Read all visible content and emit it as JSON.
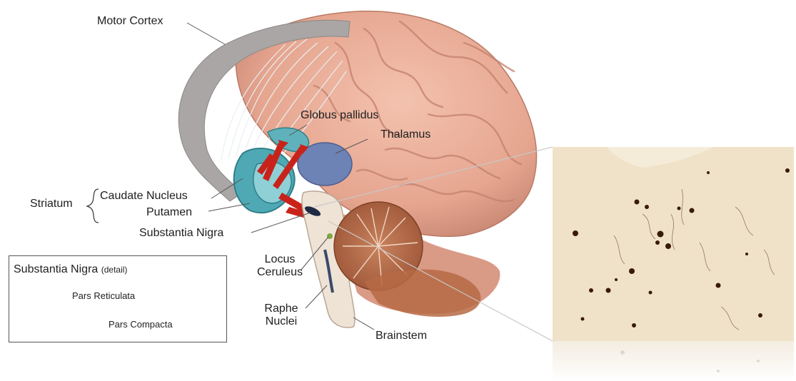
{
  "labels": {
    "motor_cortex": "Motor Cortex",
    "globus_pallidus": "Globus pallidus",
    "thalamus": "Thalamus",
    "striatum": "Striatum",
    "caudate_nucleus": "Caudate Nucleus",
    "putamen": "Putamen",
    "substantia_nigra": "Substantia Nigra",
    "locus_ceruleus_1": "Locus",
    "locus_ceruleus_2": "Ceruleus",
    "raphe_nuclei_1": "Raphe",
    "raphe_nuclei_2": "Nuclei",
    "brainstem": "Brainstem"
  },
  "detail_box": {
    "title": "Substantia Nigra",
    "title_note": "(detail)",
    "pars_reticulata": "Pars Reticulata",
    "pars_compacta": "Pars Compacta"
  },
  "colors": {
    "brain_tissue": "#e8aa96",
    "motor_band": "#a6a3a3",
    "basal_ganglia": "#4fa9b4",
    "thalamus": "#6d82b5",
    "pathway_arrows": "#c8231b",
    "cerebellum": "#b66a44",
    "micrograph_bg": "#f0e2c8",
    "neuron_dots": "#3a1a0a"
  }
}
